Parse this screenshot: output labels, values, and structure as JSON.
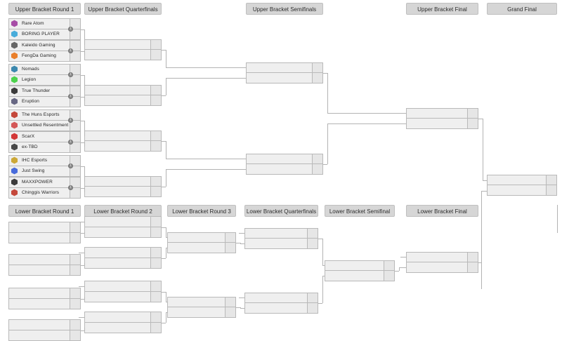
{
  "page": {
    "title": "Tournament Bracket",
    "accent_header_bg": "#d6d6d6",
    "match_bg": "#efefef",
    "line_color": "#b3b3b3",
    "detail_icon": "info-icon"
  },
  "upper_bracket": {
    "rounds": [
      {
        "id": "ubr1",
        "label": "Upper Bracket Round 1"
      },
      {
        "id": "ubqf",
        "label": "Upper Bracket Quarterfinals"
      },
      {
        "id": "ubsf",
        "label": "Upper Bracket Semifinals"
      },
      {
        "id": "ubf",
        "label": "Upper Bracket Final"
      },
      {
        "id": "gf",
        "label": "Grand Final"
      }
    ],
    "round1_matches": [
      {
        "top": {
          "team": "Rare Atom",
          "logo": "rare-atom-logo",
          "color": "#a13fa1",
          "score": ""
        },
        "bottom": {
          "team": "BORING PLAYER",
          "logo": "boring-player-logo",
          "color": "#3aa6d8",
          "score": ""
        }
      },
      {
        "top": {
          "team": "Kaleido Gaming",
          "logo": "kaleido-gaming-logo",
          "color": "#5a5a5a",
          "score": ""
        },
        "bottom": {
          "team": "FengDa Gaming",
          "logo": "fengda-gaming-logo",
          "color": "#e8751a",
          "score": ""
        }
      },
      {
        "top": {
          "team": "Nomads",
          "logo": "nomads-logo",
          "color": "#2d7fa8",
          "score": ""
        },
        "bottom": {
          "team": "Legion",
          "logo": "legion-logo",
          "color": "#3fcf3f",
          "score": ""
        }
      },
      {
        "top": {
          "team": "True Thunder",
          "logo": "true-thunder-logo",
          "color": "#2b2b2b",
          "score": ""
        },
        "bottom": {
          "team": "Eruption",
          "logo": "eruption-logo",
          "color": "#5b5b7a",
          "score": ""
        }
      },
      {
        "top": {
          "team": "The Huns Esports",
          "logo": "the-huns-esports-logo",
          "color": "#c0392b",
          "score": ""
        },
        "bottom": {
          "team": "Unsettled Resentment",
          "logo": "unsettled-resentment-logo",
          "color": "#d14b4b",
          "score": ""
        }
      },
      {
        "top": {
          "team": "ScarX",
          "logo": "scarx-logo",
          "color": "#d02828",
          "score": ""
        },
        "bottom": {
          "team": "ex-TBD",
          "logo": "ex-tbd-logo",
          "color": "#3a3a3a",
          "score": ""
        }
      },
      {
        "top": {
          "team": "IHC Esports",
          "logo": "ihc-esports-logo",
          "color": "#c9a227",
          "score": ""
        },
        "bottom": {
          "team": "Just Swing",
          "logo": "just-swing-logo",
          "color": "#3a5fd9",
          "score": ""
        }
      },
      {
        "top": {
          "team": "MAXXPOWER",
          "logo": "maxxpower-logo",
          "color": "#2b2b2b",
          "score": ""
        },
        "bottom": {
          "team": "Chinggis Warriors",
          "logo": "chinggis-warriors-logo",
          "color": "#c0392b",
          "score": ""
        }
      }
    ],
    "quarterfinal_matches": [
      {
        "top": {
          "team": "",
          "score": ""
        },
        "bottom": {
          "team": "",
          "score": ""
        }
      },
      {
        "top": {
          "team": "",
          "score": ""
        },
        "bottom": {
          "team": "",
          "score": ""
        }
      },
      {
        "top": {
          "team": "",
          "score": ""
        },
        "bottom": {
          "team": "",
          "score": ""
        }
      },
      {
        "top": {
          "team": "",
          "score": ""
        },
        "bottom": {
          "team": "",
          "score": ""
        }
      }
    ],
    "semifinal_matches": [
      {
        "top": {
          "team": "",
          "score": ""
        },
        "bottom": {
          "team": "",
          "score": ""
        }
      },
      {
        "top": {
          "team": "",
          "score": ""
        },
        "bottom": {
          "team": "",
          "score": ""
        }
      }
    ],
    "final_matches": [
      {
        "top": {
          "team": "",
          "score": ""
        },
        "bottom": {
          "team": "",
          "score": ""
        }
      }
    ],
    "grand_final_matches": [
      {
        "top": {
          "team": "",
          "score": ""
        },
        "bottom": {
          "team": "",
          "score": ""
        }
      }
    ]
  },
  "lower_bracket": {
    "rounds": [
      {
        "id": "lbr1",
        "label": "Lower Bracket Round 1"
      },
      {
        "id": "lbr2",
        "label": "Lower Bracket Round 2"
      },
      {
        "id": "lbr3",
        "label": "Lower Bracket Round 3"
      },
      {
        "id": "lbqf",
        "label": "Lower Bracket Quarterfinals"
      },
      {
        "id": "lbsf",
        "label": "Lower Bracket Semifinal"
      },
      {
        "id": "lbf",
        "label": "Lower Bracket Final"
      }
    ],
    "round1_matches": [
      {
        "top": {
          "team": "",
          "score": ""
        },
        "bottom": {
          "team": "",
          "score": ""
        }
      },
      {
        "top": {
          "team": "",
          "score": ""
        },
        "bottom": {
          "team": "",
          "score": ""
        }
      },
      {
        "top": {
          "team": "",
          "score": ""
        },
        "bottom": {
          "team": "",
          "score": ""
        }
      },
      {
        "top": {
          "team": "",
          "score": ""
        },
        "bottom": {
          "team": "",
          "score": ""
        }
      }
    ],
    "round2_matches": [
      {
        "top": {
          "team": "",
          "score": ""
        },
        "bottom": {
          "team": "",
          "score": ""
        }
      },
      {
        "top": {
          "team": "",
          "score": ""
        },
        "bottom": {
          "team": "",
          "score": ""
        }
      },
      {
        "top": {
          "team": "",
          "score": ""
        },
        "bottom": {
          "team": "",
          "score": ""
        }
      },
      {
        "top": {
          "team": "",
          "score": ""
        },
        "bottom": {
          "team": "",
          "score": ""
        }
      }
    ],
    "round3_matches": [
      {
        "top": {
          "team": "",
          "score": ""
        },
        "bottom": {
          "team": "",
          "score": ""
        }
      },
      {
        "top": {
          "team": "",
          "score": ""
        },
        "bottom": {
          "team": "",
          "score": ""
        }
      }
    ],
    "quarterfinal_matches": [
      {
        "top": {
          "team": "",
          "score": ""
        },
        "bottom": {
          "team": "",
          "score": ""
        }
      },
      {
        "top": {
          "team": "",
          "score": ""
        },
        "bottom": {
          "team": "",
          "score": ""
        }
      }
    ],
    "semifinal_matches": [
      {
        "top": {
          "team": "",
          "score": ""
        },
        "bottom": {
          "team": "",
          "score": ""
        }
      }
    ],
    "final_matches": [
      {
        "top": {
          "team": "",
          "score": ""
        },
        "bottom": {
          "team": "",
          "score": ""
        }
      }
    ]
  }
}
